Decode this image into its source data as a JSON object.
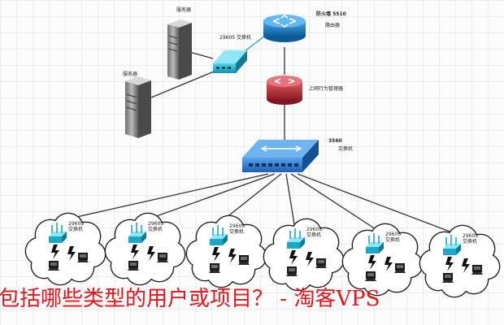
{
  "colors": {
    "router": "#1a7fc0",
    "behavior_manager": "#c4303a",
    "switch_body": "#2e7bd0",
    "small_switch": "#1aa7c8",
    "server": "#8a8a8a",
    "link": "#333333",
    "watermark": "#e8141b"
  },
  "labels": {
    "server_top": "服务器",
    "server_left": "服务器",
    "switch_2960_top": "2960S 交换机",
    "router_name": "防火墙 5510",
    "router_sub": "路由器",
    "behavior_manager": "上网行为管理器",
    "core_switch_model": "3560",
    "core_switch_sub": "交换机",
    "cloud_switch": "2960S 交换机"
  },
  "clouds": [
    {
      "id": 1
    },
    {
      "id": 2
    },
    {
      "id": 3
    },
    {
      "id": 4
    },
    {
      "id": 5
    },
    {
      "id": 6
    }
  ],
  "watermark_text": "包括哪些类型的用户或项目？ - 淘客VPS",
  "icons": {
    "router": "router-icon",
    "behavior_manager": "behavior-manager-icon",
    "core_switch": "core-switch-icon",
    "server": "server-icon",
    "wireless_switch": "wireless-switch-icon",
    "lightning": "wireless-lightning-icon",
    "pc": "pc-icon"
  }
}
